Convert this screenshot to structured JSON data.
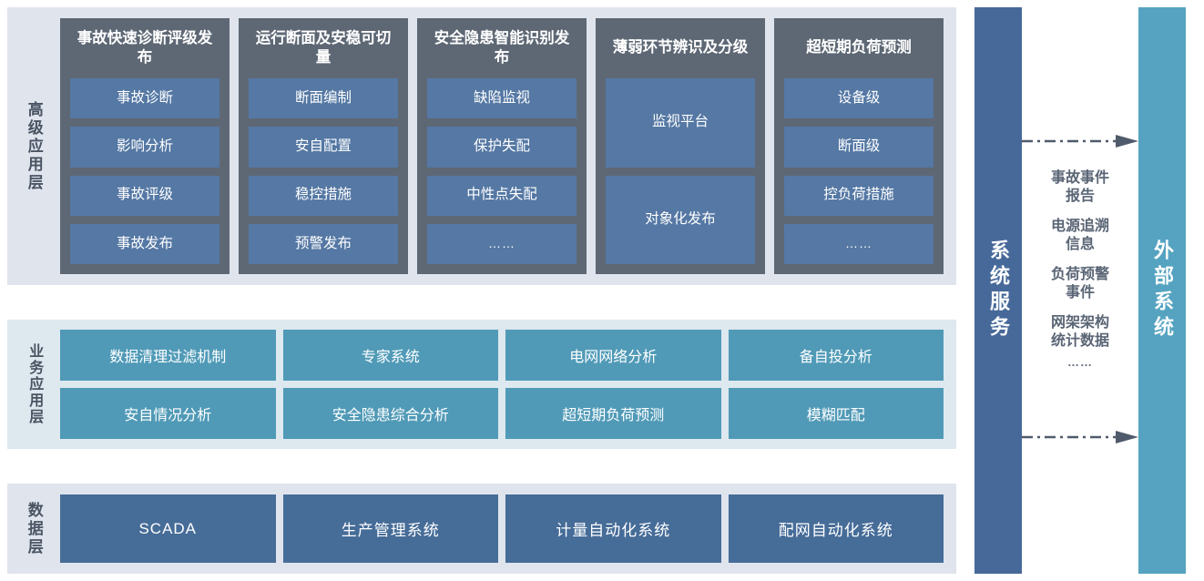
{
  "colors": {
    "adv_bg": "#dfe4ed",
    "adv_col_bg": "#5e6875",
    "adv_item_bg": "#5578a4",
    "biz_bg": "#dde8ef",
    "biz_item_bg": "#509ab7",
    "data_bg": "#dfe4ed",
    "data_item_bg": "#466c98",
    "system_service_bar": "#47699a",
    "external_system_bar": "#55a3c0",
    "label_text": "#4a5463",
    "flow_text": "#5a6575"
  },
  "advanced_layer": {
    "label": "高级应用层",
    "columns": [
      {
        "title": "事故快速诊断评级发布",
        "items": [
          "事故诊断",
          "影响分析",
          "事故评级",
          "事故发布"
        ]
      },
      {
        "title": "运行断面及安稳可切量",
        "items": [
          "断面编制",
          "安自配置",
          "稳控措施",
          "预警发布"
        ]
      },
      {
        "title": "安全隐患智能识别发布",
        "items": [
          "缺陷监视",
          "保护失配",
          "中性点失配",
          "……"
        ]
      },
      {
        "title": "薄弱环节辨识及分级",
        "items": [
          "监视平台",
          "对象化发布"
        ]
      },
      {
        "title": "超短期负荷预测",
        "items": [
          "设备级",
          "断面级",
          "控负荷措施",
          "……"
        ]
      }
    ]
  },
  "business_layer": {
    "label": "业务应用层",
    "rows": [
      [
        "数据清理过滤机制",
        "专家系统",
        "电网网络分析",
        "备自投分析"
      ],
      [
        "安自情况分析",
        "安全隐患综合分析",
        "超短期负荷预测",
        "模糊匹配"
      ]
    ]
  },
  "data_layer": {
    "label": "数据层",
    "items": [
      "SCADA",
      "生产管理系统",
      "计量自动化系统",
      "配网自动化系统"
    ]
  },
  "right_panel": {
    "system_service_label": "系统服务",
    "external_system_label": "外部系统",
    "flows": [
      "事故事件\n报告",
      "电源追溯\n信息",
      "负荷预警\n事件",
      "网架架构\n统计数据"
    ],
    "flows_more": "……"
  }
}
